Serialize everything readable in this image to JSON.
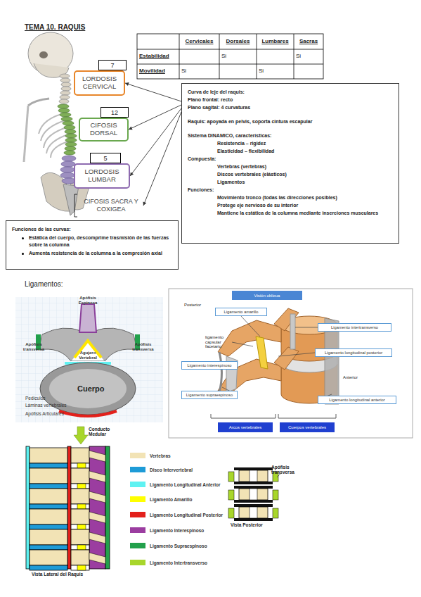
{
  "diagram": {
    "title": "TEMA 10. RAQUIS",
    "nodes": [
      {
        "text": [
          "7"
        ]
      },
      {
        "text": [
          "LORDOSIS CERVICAL"
        ]
      },
      {
        "text": [
          "12"
        ]
      },
      {
        "text": [
          "CIFOSIS DORSAL"
        ]
      },
      {
        "text": [
          "5"
        ]
      },
      {
        "text": [
          "LORDOSIS LUMBAR"
        ]
      },
      {
        "text": [
          "CIFOSIS SACRA Y COXIGEA"
        ]
      },
      {
        "text": [
          "Curva de leje del raquis:",
          "Plano frontal: recto",
          "Plano sagital: 4 curvaturas",
          "Raquis: apoyada en pelvis, soporta cintura escapular",
          "Sistema DINAMICO, características:",
          "Resistencia – rigidez",
          "Elasticidad – flexibilidad",
          "Compuesta:",
          "Vertebras (vertebras)",
          "Discos vertebrales (elásticos)",
          "Ligamentos",
          "Funciones:",
          "Movimiento tronco (todas las direcciones posibles)",
          "Protege eje nervioso de su interior",
          "Mantiene la estática de la columna mediante inserciones musculares"
        ]
      },
      {
        "text": [
          "Funciones de las curvas:",
          "Estática del cuerpo, descomprime trasmisión de las fuerzas sobre la columna",
          "Aumenta resistencia de la columna a la compresión axial"
        ]
      },
      {
        "text": [
          "Visión oblicua"
        ]
      },
      {
        "text": [
          "Ligamento amarillo"
        ]
      },
      {
        "text": [
          "Ligamento intertransverso"
        ]
      },
      {
        "text": [
          "Ligamento longitudinal posterior"
        ]
      },
      {
        "text": [
          "Ligamento interespinoso"
        ]
      },
      {
        "text": [
          "Ligamento supraespinoso"
        ]
      },
      {
        "text": [
          "Ligamento longitudinal anterior"
        ]
      },
      {
        "text": [
          "Arcos vertebrales"
        ]
      },
      {
        "text": [
          "Cuerpos vertebrales"
        ]
      }
    ],
    "edges": [
      {
        "from": 7,
        "to": 1,
        "arrow": "to"
      },
      {
        "from": 7,
        "to": 3,
        "arrow": "to"
      },
      {
        "from": 7,
        "to": 5,
        "arrow": "to"
      },
      {
        "from": 7,
        "to": 6,
        "arrow": "to"
      }
    ],
    "labels": [
      "Cervicales",
      "Dorsales",
      "Lumbares",
      "Sacras",
      "Estabilidad",
      "Si",
      "Si",
      "Movilidad",
      "Si",
      "Si",
      "Ligamentos:",
      "Apófisis Espinosa",
      "Apófisis transversa",
      "Apófisis transversa",
      "Agujero Vertebral",
      "Cuerpo",
      "Pedículos",
      "Láminas vertebrales",
      "Apófisis Articulares",
      "Posterior",
      "ligamento capsular facetario",
      "Anterior",
      "Conducto Medular",
      "Vista Lateral del Raquis",
      "Apófisis transversa",
      "Vista Posterior"
    ],
    "legend": [
      {
        "text": "Vertebras",
        "color": "#f2e3b5"
      },
      {
        "text": "Disco Intervertebral",
        "color": "#1e9bd7"
      },
      {
        "text": "Ligamento Longitudinal Anterior",
        "color": "#5ff2f2"
      },
      {
        "text": "Ligamento Amarillo",
        "color": "#ffff00"
      },
      {
        "text": "Ligamento Longitudinal Posterior",
        "color": "#e3201b"
      },
      {
        "text": "Ligamento Interespinoso",
        "color": "#9b3da0"
      },
      {
        "text": "Ligamento Supraespinoso",
        "color": "#22a04b"
      },
      {
        "text": "Ligamento Intertransverso",
        "color": "#a8d62b"
      }
    ]
  }
}
